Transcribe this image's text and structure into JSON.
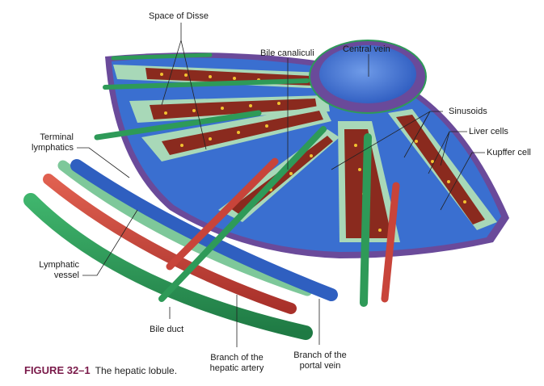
{
  "figure": {
    "number_label": "FIGURE 32–1",
    "caption": "The hepatic lobule."
  },
  "labels": {
    "space_of_disse": "Space of Disse",
    "bile_canaliculi": "Bile canaliculi",
    "central_vein": "Central vein",
    "sinusoids": "Sinusoids",
    "liver_cells": "Liver cells",
    "kupffer_cell": "Kupffer cell",
    "terminal_lymphatics_1": "Terminal",
    "terminal_lymphatics_2": "lymphatics",
    "lymphatic_vessel_1": "Lymphatic",
    "lymphatic_vessel_2": "vessel",
    "bile_duct": "Bile duct",
    "hepatic_artery_1": "Branch of the",
    "hepatic_artery_2": "hepatic artery",
    "portal_vein_1": "Branch of the",
    "portal_vein_2": "portal vein"
  },
  "colors": {
    "vein_blue": "#2f5fc0",
    "sinus_blue": "#3a6fd0",
    "membrane_purple": "#6a4a9a",
    "disse_green": "#a8d8b8",
    "bile_green": "#2e9a58",
    "artery_red": "#c8443a",
    "liver_cell": "#8a2a1e",
    "nucleus": "#f2c230",
    "caption_accent": "#7a1a4a"
  }
}
